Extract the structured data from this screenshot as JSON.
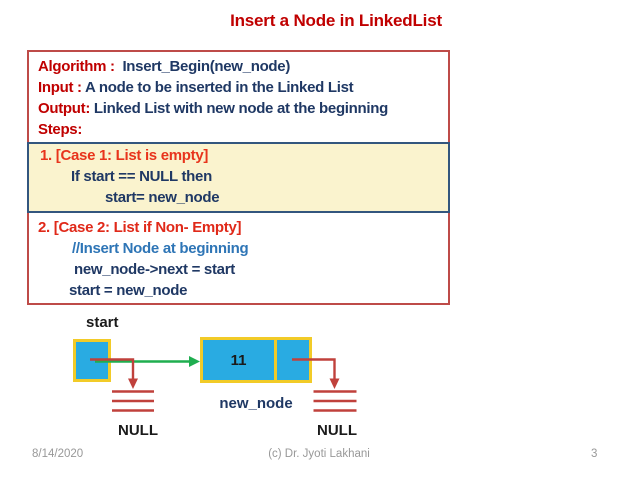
{
  "title": "Insert a Node in LinkedList",
  "algorithm_box": {
    "header": [
      {
        "label": "Algorithm :  ",
        "text": "Insert_Begin(new_node)"
      },
      {
        "label": "Input : ",
        "text": "A node to be inserted in the Linked List"
      },
      {
        "label": "Output: ",
        "text": "Linked List with new node at the beginning"
      },
      {
        "label": "Steps:",
        "text": ""
      }
    ],
    "case1": {
      "heading": "1. [Case 1: List is empty]",
      "line1": "If start == NULL then",
      "line2": "start= new_node"
    },
    "case2": {
      "heading": "2. [Case 2: List if Non- Empty]",
      "comment": "//Insert Node at beginning",
      "line1": "new_node->next = start",
      "line2": "start = new_node"
    }
  },
  "diagram": {
    "start_label": "start",
    "node_value": "11",
    "node_label": "new_node",
    "null_left": "NULL",
    "null_right": "NULL"
  },
  "footer": {
    "date": "8/14/2020",
    "credit": "(c) Dr. Jyoti Lakhani",
    "page": "3"
  },
  "colors": {
    "title-red": "#C00000",
    "label-red": "#C00000",
    "body-navy": "#1F3864",
    "case1-red": "#E8341C",
    "case2-red": "#E02919",
    "comment-blue": "#2E75B6",
    "case1-bg": "#FAF3CE",
    "case-border-navy": "#33567E",
    "outer-border-red": "#BE4B48",
    "node-fill-cyan": "#29ABE2",
    "node-border-gold": "#F2CB28",
    "arrow-red": "#C0413C",
    "arrow-green": "#1FAE4F",
    "text-black": "#1A1A1A",
    "footer-gray": "#989898"
  }
}
